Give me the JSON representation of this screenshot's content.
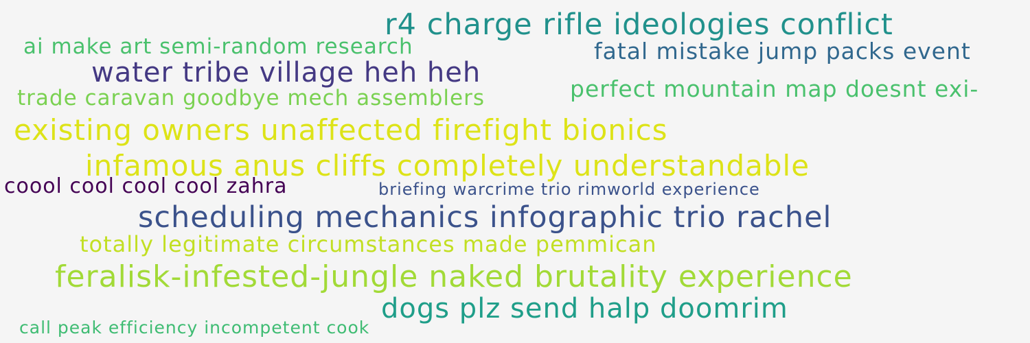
{
  "phrases": [
    {
      "text": "r4 charge rifle ideologies conflict",
      "color": "#21918c"
    },
    {
      "text": "ai make art semi-random research",
      "color": "#4ac16d"
    },
    {
      "text": "fatal mistake jump packs event",
      "color": "#31688e"
    },
    {
      "text": "water tribe village heh heh",
      "color": "#443983"
    },
    {
      "text": "perfect mountain map doesnt exi-",
      "color": "#4ac16d"
    },
    {
      "text": "trade caravan goodbye mech assemblers",
      "color": "#7ad151"
    },
    {
      "text": "existing owners unaffected firefight bionics",
      "color": "#dde318"
    },
    {
      "text": "infamous anus cliffs completely understandable",
      "color": "#dde318"
    },
    {
      "text": "coool cool cool cool zahra",
      "color": "#440154"
    },
    {
      "text": "briefing warcrime trio rimworld experience",
      "color": "#3b528b"
    },
    {
      "text": "scheduling mechanics infographic trio rachel",
      "color": "#3b528b"
    },
    {
      "text": "totally legitimate circumstances made pemmican",
      "color": "#c2df23"
    },
    {
      "text": "feralisk-infested-jungle naked brutality experience",
      "color": "#a2da37"
    },
    {
      "text": "dogs plz send halp doomrim",
      "color": "#1f9e89"
    },
    {
      "text": "call peak efficiency incompetent cook",
      "color": "#3fbc73"
    }
  ]
}
